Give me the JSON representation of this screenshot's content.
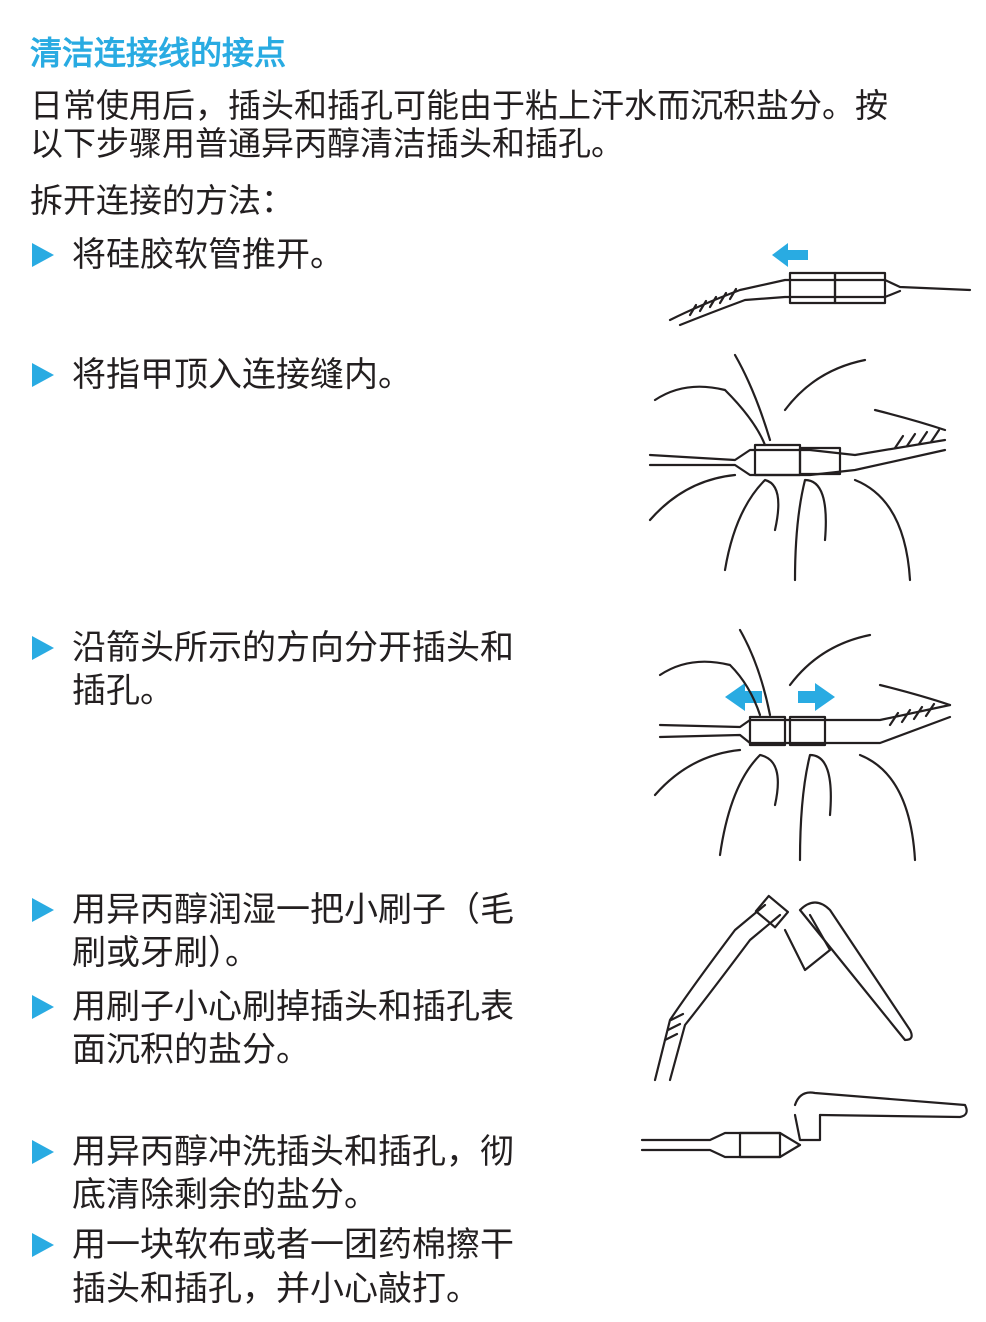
{
  "title": "清洁连接线的接点",
  "intro": [
    "日常使用后，插头和插孔可能由于粘上汗水而沉积盐分。按",
    "以下步骤用普通异丙醇清洁插头和插孔。"
  ],
  "subheading": "拆开连接的方法：",
  "steps": [
    {
      "lines": [
        "将硅胶软管推开。"
      ]
    },
    {
      "lines": [
        "将指甲顶入连接缝内。"
      ]
    },
    {
      "lines": [
        "沿箭头所示的方向分开插头和",
        "插孔。"
      ]
    },
    {
      "lines": [
        "用异丙醇润湿一把小刷子（毛",
        "刷或牙刷）。"
      ]
    },
    {
      "lines": [
        "用刷子小心刷掉插头和插孔表",
        "面沉积的盐分。"
      ]
    },
    {
      "lines": [
        "用异丙醇冲洗插头和插孔，彻",
        "底清除剩余的盐分。"
      ]
    },
    {
      "lines": [
        "用一块软布或者一团药棉擦干",
        "插头和插孔，并小心敲打。"
      ]
    }
  ],
  "colors": {
    "accent": "#29abe2",
    "text": "#231f20"
  }
}
